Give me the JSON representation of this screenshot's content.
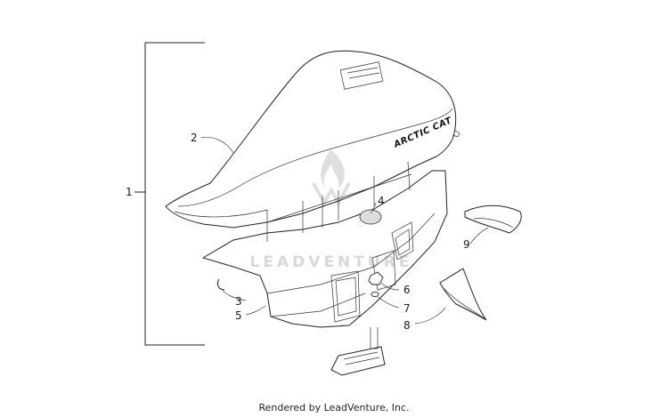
{
  "diagram": {
    "callouts": [
      {
        "id": "1",
        "label": "1"
      },
      {
        "id": "2",
        "label": "2"
      },
      {
        "id": "3",
        "label": "3"
      },
      {
        "id": "4",
        "label": "4"
      },
      {
        "id": "5",
        "label": "5"
      },
      {
        "id": "6",
        "label": "6"
      },
      {
        "id": "7",
        "label": "7"
      },
      {
        "id": "8",
        "label": "8"
      },
      {
        "id": "9",
        "label": "9"
      }
    ],
    "seat_brand_text": "ARCTIC CAT",
    "watermark_text": "LEADVENTURE"
  },
  "footer": {
    "rendered_by": "Rendered by LeadVenture, Inc."
  },
  "colors": {
    "line": "#222222",
    "watermark": "#d4d4d4",
    "background": "#ffffff"
  }
}
